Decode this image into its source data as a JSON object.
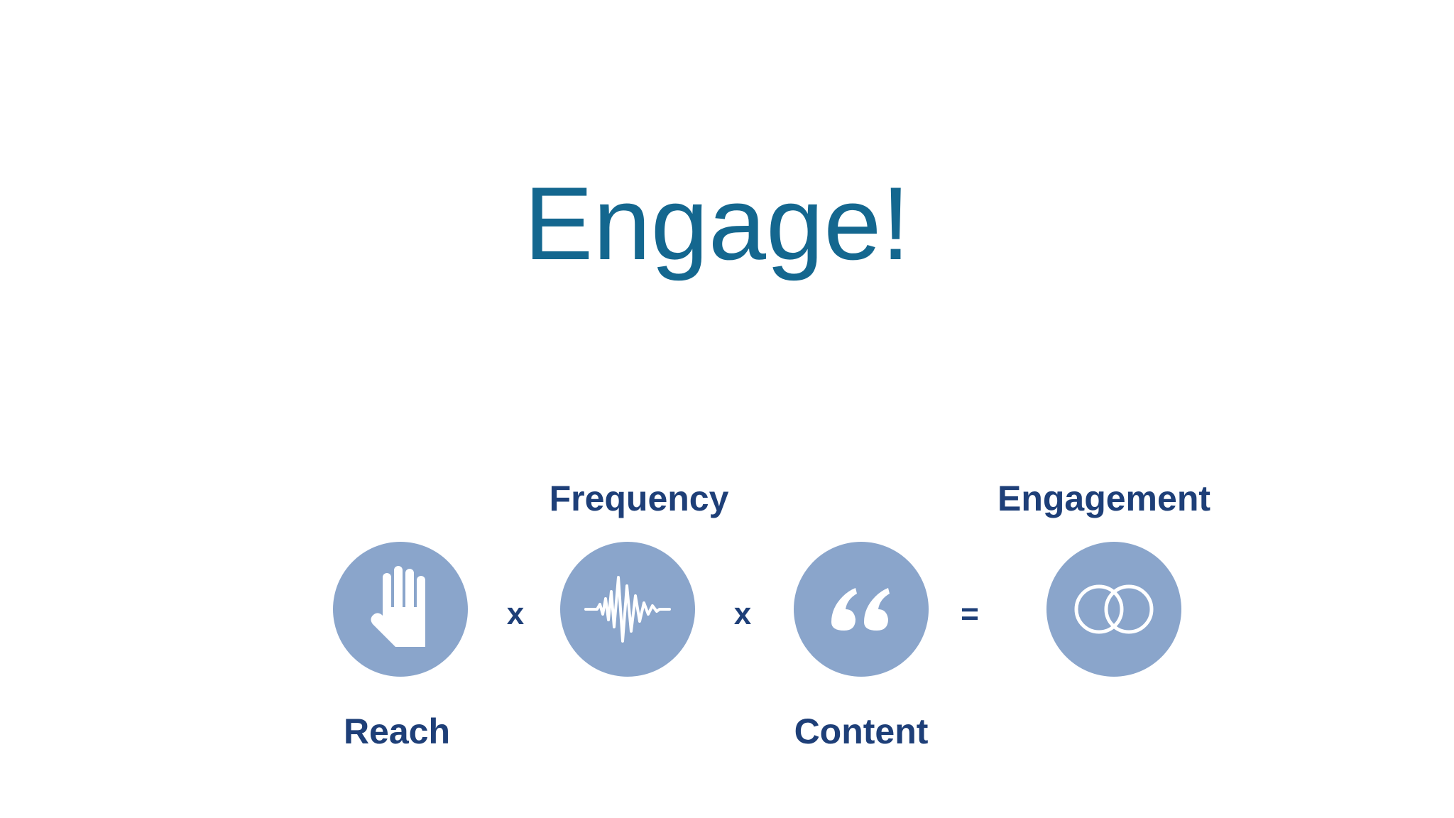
{
  "title": "Engage!",
  "formula": {
    "terms": [
      {
        "label": "Reach",
        "icon": "hand-icon"
      },
      {
        "label": "Frequency",
        "icon": "waveform-icon"
      },
      {
        "label": "Content",
        "icon": "quote-icon"
      },
      {
        "label": "Engagement",
        "icon": "interlocking-rings-icon"
      }
    ],
    "operators": [
      "x",
      "x",
      "="
    ]
  },
  "colors": {
    "title": "#14678f",
    "label": "#1e3f78",
    "circle": "#8aa5cb",
    "icon": "#ffffff"
  }
}
